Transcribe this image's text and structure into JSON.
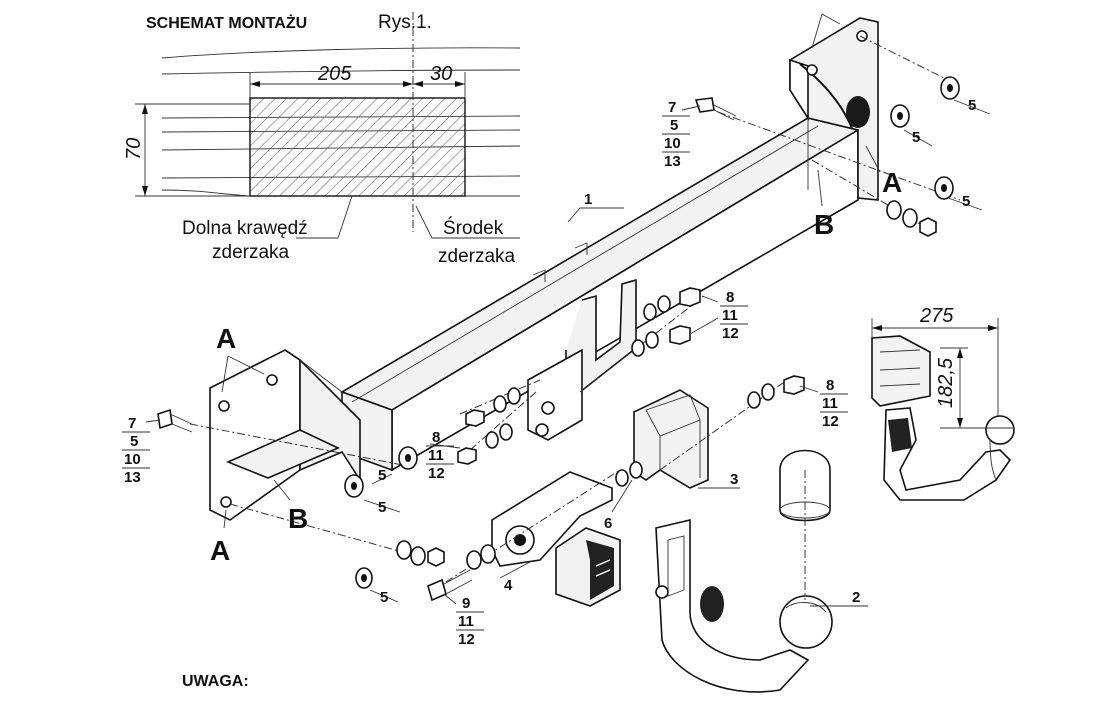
{
  "header": {
    "schema_title": "SCHEMAT MONTAŻU",
    "figure_ref": "Rys.1."
  },
  "mounting_schema": {
    "dim_width_1": "205",
    "dim_width_2": "30",
    "dim_height": "70",
    "caption_lower_edge_line1": "Dolna krawędź",
    "caption_lower_edge_line2": "zderzaka",
    "caption_center_line1": "Środek",
    "caption_center_line2": "zderzaka"
  },
  "tow_ball_dims": {
    "length": "275",
    "height": "182,5"
  },
  "markers": {
    "a": "A",
    "b": "B"
  },
  "part_numbers": {
    "p1": "1",
    "p2": "2",
    "p3": "3",
    "p4": "4",
    "p5": "5",
    "p6": "6",
    "p7": "7",
    "p8": "8",
    "p9": "9",
    "p10": "10",
    "p11": "11",
    "p12": "12",
    "p13": "13"
  },
  "footer": {
    "note_label": "UWAGA:"
  }
}
